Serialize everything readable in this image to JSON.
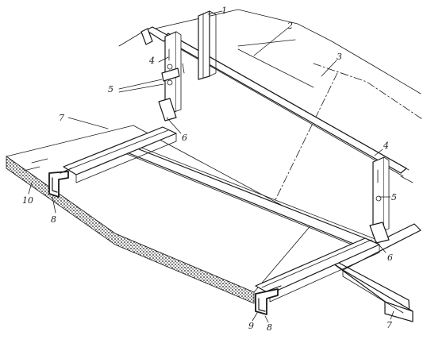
{
  "diagram": {
    "labels": [
      {
        "id": "1",
        "text": "1"
      },
      {
        "id": "2",
        "text": "2"
      },
      {
        "id": "3",
        "text": "3"
      },
      {
        "id": "4a",
        "text": "4"
      },
      {
        "id": "4b",
        "text": "4"
      },
      {
        "id": "5a",
        "text": "5"
      },
      {
        "id": "5b",
        "text": "5"
      },
      {
        "id": "6a",
        "text": "6"
      },
      {
        "id": "6b",
        "text": "6"
      },
      {
        "id": "7a",
        "text": "7"
      },
      {
        "id": "7b",
        "text": "7"
      },
      {
        "id": "8a",
        "text": "8"
      },
      {
        "id": "8b",
        "text": "8"
      },
      {
        "id": "9",
        "text": "9"
      },
      {
        "id": "10",
        "text": "10"
      }
    ]
  }
}
